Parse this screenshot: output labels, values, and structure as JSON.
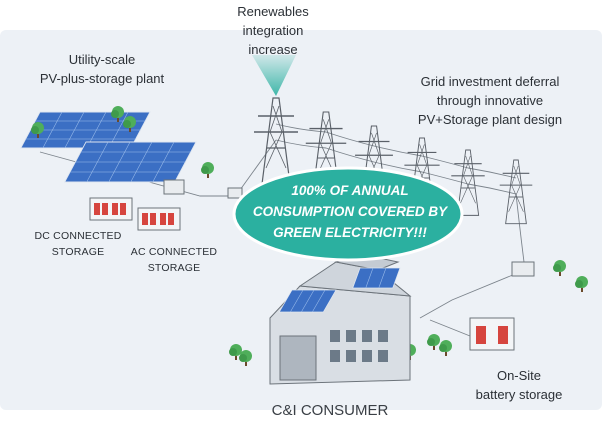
{
  "labels": {
    "renewables": [
      "Renewables",
      "integration",
      "increase"
    ],
    "utility": [
      "Utility-scale",
      "PV-plus-storage plant"
    ],
    "grid": [
      "Grid investment deferral",
      "through innovative",
      "PV+Storage plant design"
    ],
    "dc_storage": [
      "DC CONNECTED",
      "STORAGE"
    ],
    "ac_storage": [
      "AC CONNECTED",
      "STORAGE"
    ],
    "onsite": [
      "On-Site",
      "battery storage"
    ],
    "consumer": "C&I CONSUMER"
  },
  "bubble": {
    "lines": [
      "100% OF ANNUAL",
      "CONSUMPTION COVERED BY",
      "GREEN ELECTRICITY!!!"
    ]
  },
  "colors": {
    "accent_teal": "#2bb0a0",
    "ground": "#edf1f6",
    "panel_blue": "#3b6fc4",
    "tree_green": "#4fae5a",
    "battery_red": "#d6453e"
  },
  "icons": [
    "solar-panel-icon",
    "tree-icon",
    "transmission-tower-icon",
    "battery-storage-icon",
    "inverter-icon",
    "factory-icon"
  ]
}
